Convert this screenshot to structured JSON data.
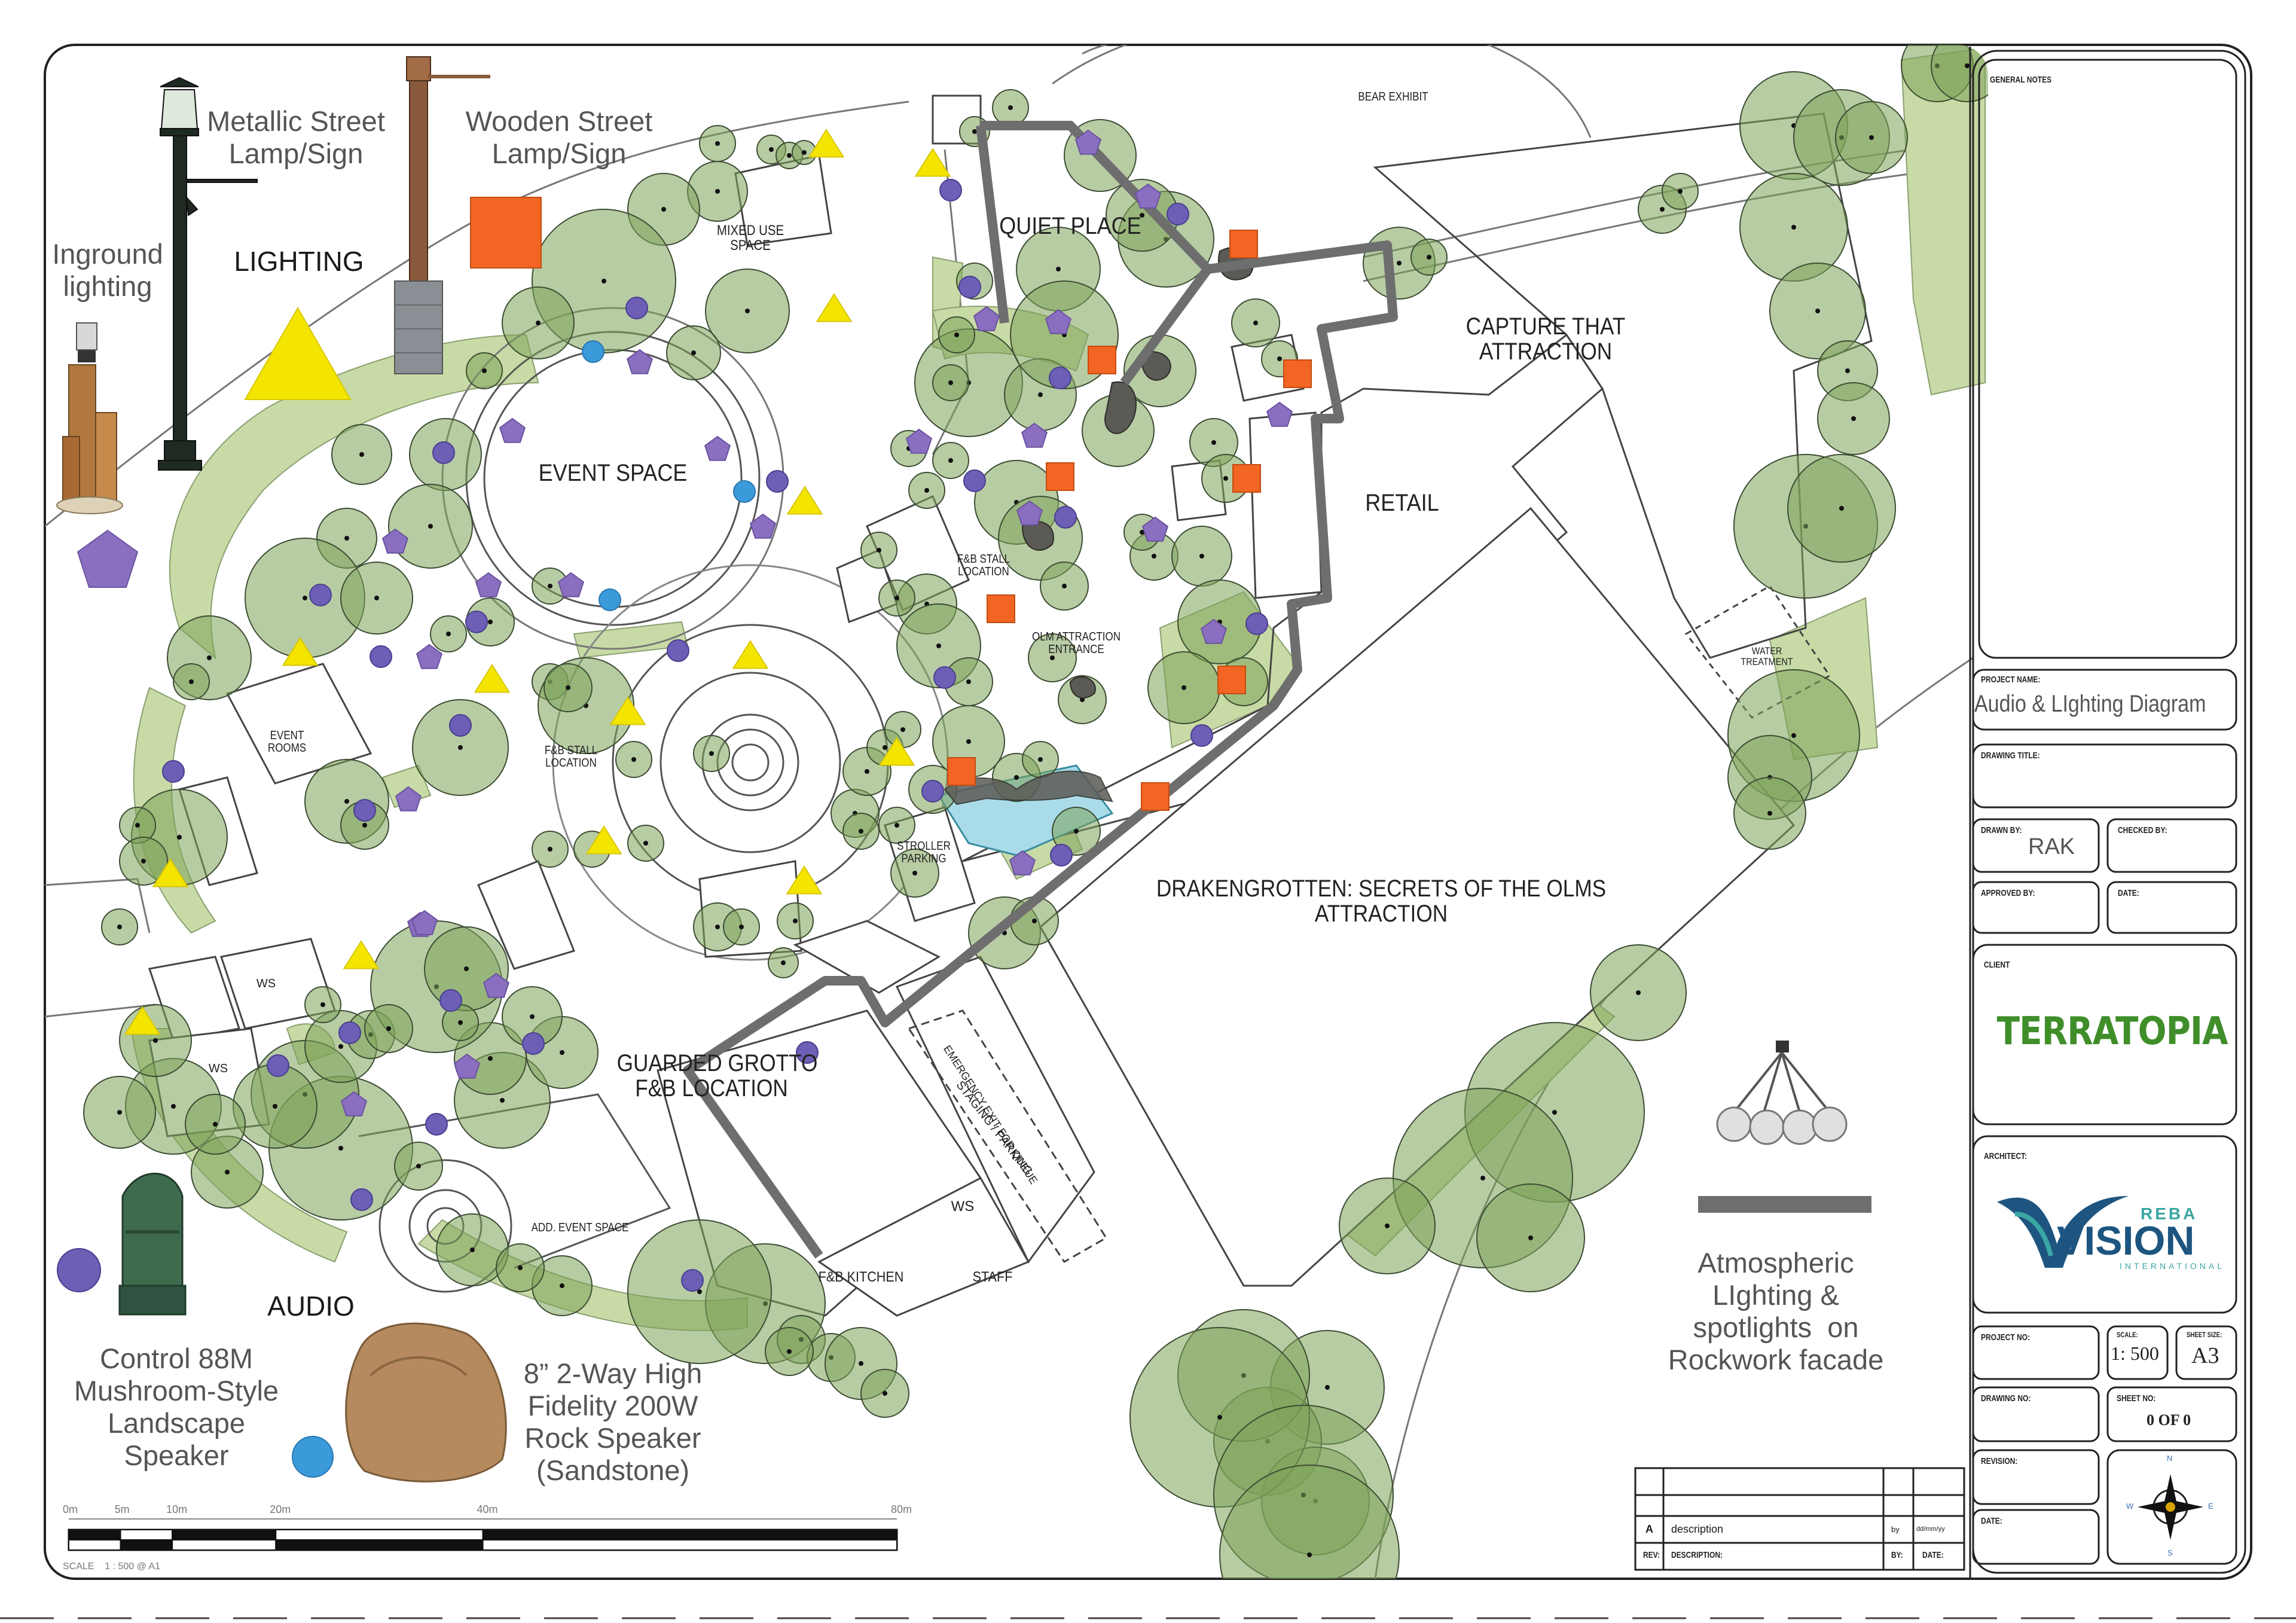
{
  "legend": {
    "lighting": {
      "heading": "LIGHTING",
      "inground": "Inground\nlighting",
      "metallic": "Metallic Street\nLamp/Sign",
      "wooden": "Wooden Street\nLamp/Sign"
    },
    "audio": {
      "heading": "AUDIO",
      "control": "Control 88M\nMushroom-Style\nLandscape\nSpeaker",
      "rock": "8” 2-Way High\nFidelity 200W\nRock Speaker\n(Sandstone)"
    },
    "atmospheric": "Atmospheric\nLIghting &\nspotlights  on\nRockwork facade"
  },
  "zones": {
    "bear_exhibit": "BEAR EXHIBIT",
    "quiet_place": "QUIET PLACE",
    "mixed_use": "MIXED USE\nSPACE",
    "capture": "CAPTURE THAT\nATTRACTION",
    "retail": "RETAIL",
    "event_space": "EVENT SPACE",
    "fb_stall_1": "F&B STALL\nLOCATION",
    "olm_entrance": "OLM ATTRACTION\nENTRANCE",
    "water_treatment": "WATER\nTREATMENT",
    "event_rooms": "EVENT\nROOMS",
    "fb_stall_2": "F&B STALL\nLOCATION",
    "stroller": "STROLLER\nPARKING",
    "drakengrotten": "DRAKENGROTTEN: SECRETS OF THE OLMS\nATTRACTION",
    "ws_1": "WS",
    "ws_2": "WS",
    "guarded_grotto": "GUARDED GROTTO\nF&B LOCATION",
    "emergency_exit": "EMERGENCY EXIT FOR QUEUE",
    "staging": "STAGING / PARKING",
    "ws_3": "WS",
    "add_event": "ADD. EVENT SPACE",
    "fb_kitchen": "F&B KITCHEN",
    "staff": "STAFF"
  },
  "scale_bar": {
    "ticks": [
      "0m",
      "5m",
      "10m",
      "20m",
      "40m",
      "80m"
    ],
    "tick_values": [
      0,
      5,
      10,
      20,
      40,
      80
    ],
    "caption": "SCALE    1 : 500 @ A1"
  },
  "revision_table": {
    "row_rev": "A",
    "row_desc": "description",
    "row_by": "by",
    "row_date": "dd/mm/yy",
    "header_rev": "REV:",
    "header_desc": "DESCRIPTION:",
    "header_by": "BY:",
    "header_date": "DATE:"
  },
  "title_block": {
    "general_notes_label": "GENERAL NOTES",
    "project_name_label": "PROJECT NAME:",
    "project_name": "Audio & LIghting Diagram",
    "drawing_title_label": "DRAWING TITLE:",
    "drawn_by_label": "DRAWN BY:",
    "drawn_by": "RAK",
    "checked_by_label": "CHECKED BY:",
    "approved_by_label": "APPROVED BY:",
    "date_label": "DATE:",
    "client_label": "CLIENT",
    "client_logo_text": "TERRATOPIA",
    "architect_label": "ARCHITECT:",
    "architect_logo_main": "VISION",
    "architect_logo_top": "REBA",
    "architect_logo_sub": "INTERNATIONAL",
    "project_no_label": "PROJECT NO:",
    "scale_label": "SCALE:",
    "scale_value": "1: 500",
    "sheet_size_label": "SHEET SIZE:",
    "sheet_size_value": "A3",
    "drawing_no_label": "DRAWING NO:",
    "sheet_no_label": "SHEET NO:",
    "sheet_no_value": "0 OF 0",
    "revision_label": "REVISION:",
    "date2_label": "DATE:",
    "compass": {
      "n": "N",
      "e": "E",
      "s": "S",
      "w": "W"
    }
  },
  "colors": {
    "tree_fill": "#7ea35a",
    "tree_stroke": "#3d4d33",
    "lawn": "#c8dba6",
    "water": "#a9dce8",
    "rock": "#5b5a55",
    "boundary": "#6e6e6e",
    "light_triangle": "#f4e500",
    "light_square": "#f26522",
    "light_pentagon": "#8a6fc0",
    "speaker_circle": "#6c5fb5",
    "rock_speaker_circle": "#3b9ad9",
    "terratopia_green": "#3f8e2a",
    "terratopia_lime": "#9ec53c",
    "vision_blue": "#1d5580",
    "vision_teal": "#3aa6a4"
  }
}
